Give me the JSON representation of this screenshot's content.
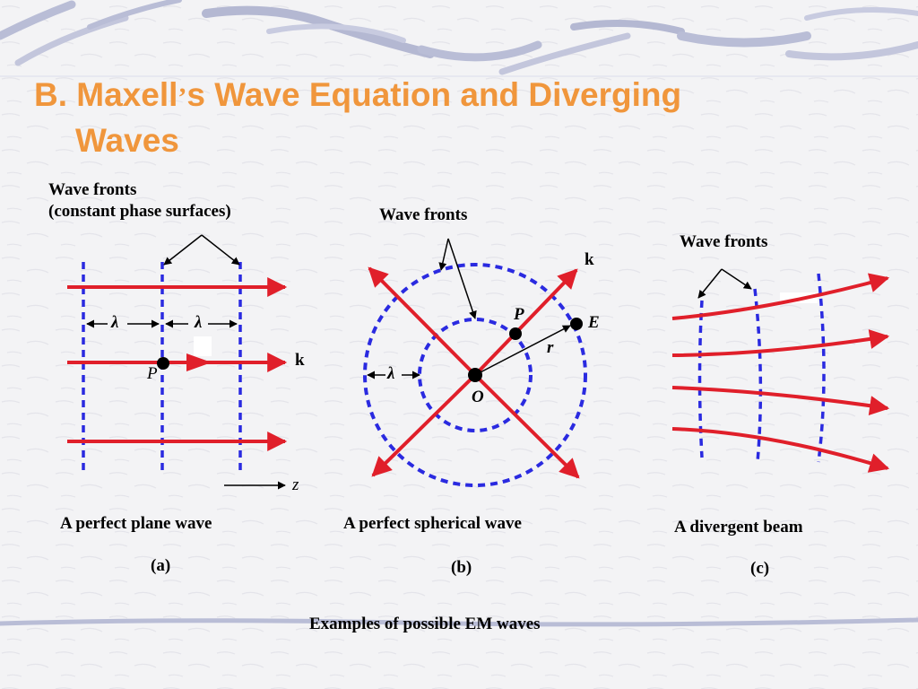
{
  "slide": {
    "title_part1": "B. Maxell",
    "title_apostrophe": "’",
    "title_part2": "s Wave Equation and Diverging",
    "title_line2": "Waves",
    "footer_caption": "Examples of possible EM waves"
  },
  "panels": [
    {
      "label": "(a)",
      "caption": "A perfect plane wave",
      "wavefront_label_line1": "Wave fronts",
      "wavefront_label_line2": "(constant phase surfaces)",
      "symbols": {
        "wavelength_1": "λ",
        "wavelength_2": "λ",
        "point": "P",
        "k": "k",
        "axis": "z"
      }
    },
    {
      "label": "(b)",
      "caption": "A perfect spherical wave",
      "wavefront_label": "Wave fronts",
      "symbols": {
        "wavelength": "λ",
        "point": "P",
        "field": "E",
        "radius": "r",
        "origin": "O",
        "k": "k"
      }
    },
    {
      "label": "(c)",
      "caption": "A divergent beam",
      "wavefront_label": "Wave fronts"
    }
  ],
  "colors": {
    "title": "#f0963c",
    "ray": "#e01f2a",
    "wavefront": "#2a2ae0",
    "text": "#000000"
  }
}
